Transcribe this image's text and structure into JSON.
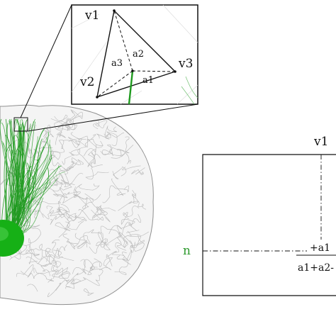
{
  "inset": {
    "vertices": [
      {
        "id": "v1",
        "label": "v1"
      },
      {
        "id": "v2",
        "label": "v2"
      },
      {
        "id": "v3",
        "label": "v3"
      }
    ],
    "areas": [
      {
        "id": "a1",
        "label": "a1"
      },
      {
        "id": "a2",
        "label": "a2"
      },
      {
        "id": "a3",
        "label": "a3"
      }
    ]
  },
  "matrix": {
    "column_label": "v1",
    "row_label": "n",
    "numerator": "+a1",
    "denominator": "a1+a2-"
  },
  "colors": {
    "fiber_green": "#1f9a1f",
    "node_green": "#16b016",
    "brain_gray": "#b9b9b9",
    "row_label_green": "#2e9a2e",
    "line": "#111111"
  }
}
